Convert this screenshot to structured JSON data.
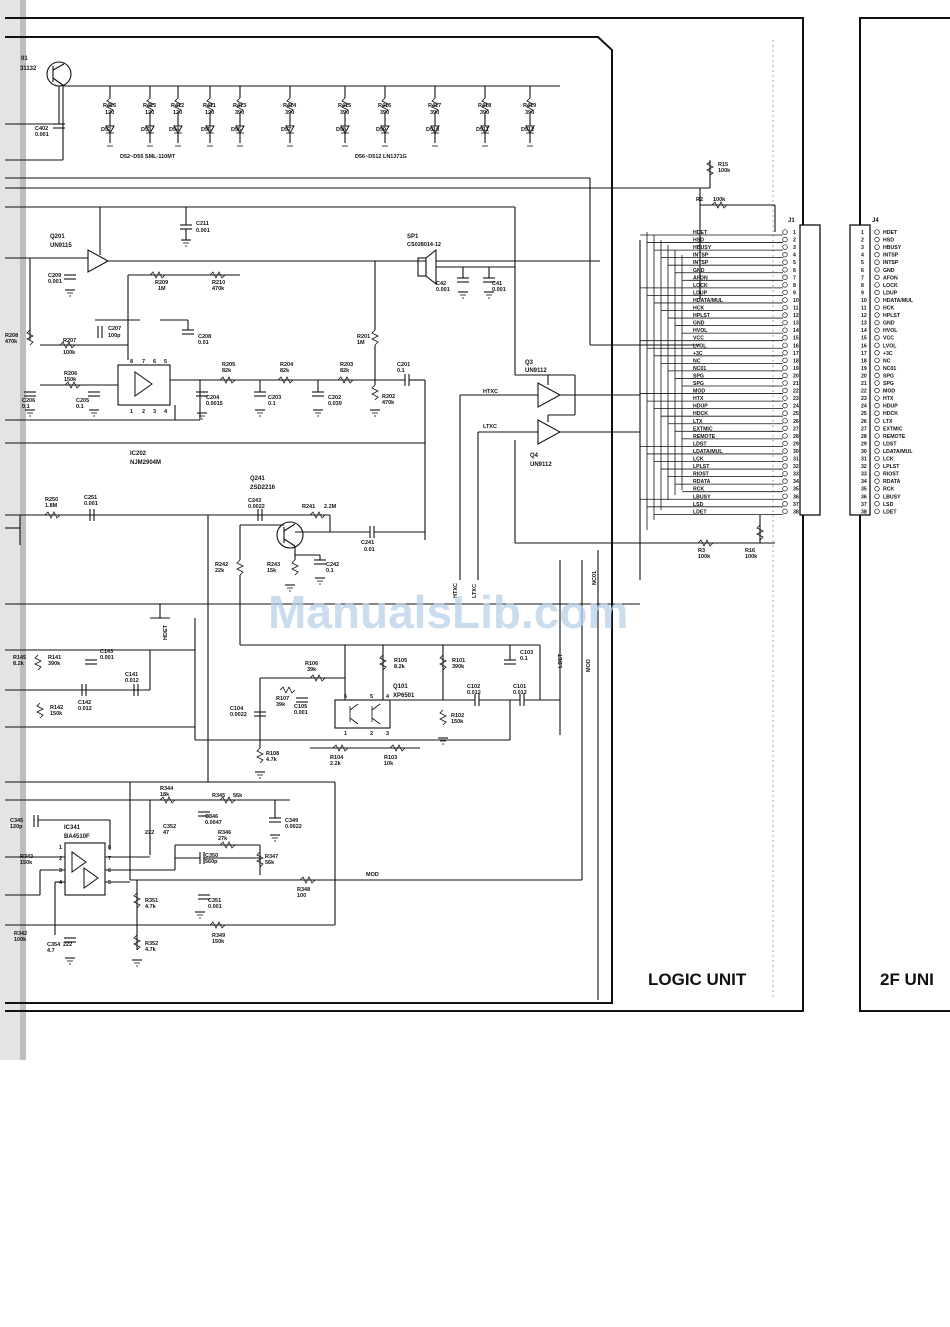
{
  "watermark": "ManualsLib.com",
  "units": {
    "logic": "LOGIC UNIT",
    "second": "2F UNI"
  },
  "connectors": {
    "j1": "J1",
    "j4": "J4"
  },
  "j1_pins": [
    "HDET",
    "HSD",
    "HBUSY",
    "INTSP",
    "INTSP",
    "GND",
    "AFON",
    "LOCK",
    "LDUP",
    "HDATA/MUL",
    "HCK",
    "HPLST",
    "GND",
    "HVOL",
    "VCC",
    "LVOL",
    "+3C",
    "NC",
    "NC01",
    "SPG",
    "SPG",
    "MOD",
    "HTX",
    "HDUP",
    "HDCK",
    "LTX",
    "EXTMIC",
    "REMOTE",
    "LDST",
    "LDATA/MUL",
    "LCK",
    "LPLST",
    "RIOST",
    "RDATA",
    "RCK",
    "LBUSY",
    "LSD",
    "LDET"
  ],
  "j4_pins": [
    "HDET",
    "HSD",
    "HBUSY",
    "INTSP",
    "INTSP",
    "GND",
    "AFON",
    "LOCK",
    "LDUP",
    "HDATA/MUL",
    "HCK",
    "HPLST",
    "GND",
    "HVOL",
    "VCC",
    "LVOL",
    "+3C",
    "NC",
    "NC01",
    "SPG",
    "SPG",
    "MOD",
    "HTX",
    "HDUP",
    "HDCK",
    "LTX",
    "EXTMIC",
    "REMOTE",
    "LDST",
    "LDATA/MUL",
    "LCK",
    "LPLST",
    "RIOST",
    "RDATA",
    "RCK",
    "LBUSY",
    "LSD",
    "LDET"
  ],
  "led_resistors": [
    {
      "name": "R426",
      "value": "120"
    },
    {
      "name": "R425",
      "value": "120"
    },
    {
      "name": "R412",
      "value": "120"
    },
    {
      "name": "R411",
      "value": "120"
    },
    {
      "name": "R413",
      "value": "390"
    },
    {
      "name": "R414",
      "value": "390"
    },
    {
      "name": "R415",
      "value": "390"
    },
    {
      "name": "R416",
      "value": "390"
    },
    {
      "name": "R417",
      "value": "390"
    },
    {
      "name": "R418",
      "value": "390"
    },
    {
      "name": "R419",
      "value": "390"
    }
  ],
  "leds": [
    "D52",
    "D53",
    "D54",
    "D55",
    "D56",
    "D57",
    "D58",
    "D59",
    "D510",
    "D511",
    "D512"
  ],
  "led_groups": {
    "g1": "D52~D55  SML-110MT",
    "g2": "D56~D512  LN1371G"
  },
  "parts": {
    "q_top": "31132",
    "q_top_ref": "01",
    "c402": "C402",
    "c402v": "0.001",
    "r15": "R15",
    "r15v": "100k",
    "r2": "R2",
    "r2v": "100k",
    "q201": "Q201",
    "q201t": "UN9115",
    "c211": "C211",
    "c211v": "0.001",
    "c209": "C209",
    "c209v": "0.001",
    "r209": "R209",
    "r209v": "1M",
    "r210": "R210",
    "r210v": "470k",
    "sp1": "SP1",
    "sp1t": "CS028014-12",
    "c42": "C42",
    "c42v": "0.001",
    "c41": "C41",
    "c41v": "0.001",
    "r208": "R208",
    "r208v": "470k",
    "r207": "R207",
    "r207v": "100k",
    "c207": "C207",
    "c207v": "100p",
    "c208": "C208",
    "c208v": "0.01",
    "r201": "R201",
    "r201v": "1M",
    "r206": "R206",
    "r206v": "150k",
    "r205": "R205",
    "r205v": "82k",
    "r204": "R204",
    "r204v": "82k",
    "r203": "R203",
    "r203v": "82k",
    "c201": "C201",
    "c201v": "0.1",
    "c206": "C206",
    "c206v": "0.1",
    "c205": "C205",
    "c205v": "0.1",
    "c204": "C204",
    "c204v": "0.0015",
    "c203": "C203",
    "c203v": "0.1",
    "c202": "C202",
    "c202v": "0.039",
    "r202": "R202",
    "r202v": "470k",
    "q3": "Q3",
    "q3t": "UN9112",
    "htxc": "HTXC",
    "ltxc": "LTXC",
    "q4": "Q4",
    "q4t": "UN9112",
    "ic202": "IC202",
    "ic202t": "NJM2904M",
    "q241": "Q241",
    "q241t": "2SD2216",
    "r250": "R250",
    "r250v": "1.8M",
    "c251": "C251",
    "c251v": "0.001",
    "c243": "C243",
    "c243v": "0.0022",
    "r241": "R241",
    "r241v": "2.2M",
    "c241": "C241",
    "c241v": "0.01",
    "r242": "R242",
    "r242v": "22k",
    "r243": "R243",
    "r243v": "15k",
    "c242": "C242",
    "c242v": "0.1",
    "r3": "R3",
    "r3v": "100k",
    "r16": "R16",
    "r16v": "100k",
    "hdet": "HDET",
    "nc01": "NC01",
    "mod": "MOD",
    "ldet": "LDET",
    "htxc_v": "HTXC",
    "ltxc_v": "LTXC",
    "r145": "R145",
    "r145v": "8.2k",
    "r141": "R141",
    "r141v": "390k",
    "c143": "C143",
    "c143v": "0.001",
    "c141": "C141",
    "c141v": "0.012",
    "r142": "R142",
    "r142v": "150k",
    "c142": "C142",
    "c142v": "0.012",
    "r106": "R106",
    "r106v": "39k",
    "r105": "R105",
    "r105v": "8.2k",
    "r101": "R101",
    "r101v": "390k",
    "c103": "C103",
    "c103v": "0.1",
    "r107": "R107",
    "r107v": "39k",
    "c105": "C105",
    "c105v": "0.001",
    "q101": "Q101",
    "q101t": "XP6501",
    "c102": "C102",
    "c102v": "0.012",
    "c101": "C101",
    "c101v": "0.012",
    "c104": "C104",
    "c104v": "0.0022",
    "r102": "R102",
    "r102v": "150k",
    "r108": "R108",
    "r108v": "4.7k",
    "r104": "R104",
    "r104v": "2.2k",
    "r103": "R103",
    "r103v": "10k",
    "c345": "C345",
    "c345v": "120p",
    "ic341": "IC341",
    "ic341t": "BA4510F",
    "r344": "R344",
    "r344v": "18k",
    "r345": "R345",
    "r345v": "56k",
    "c346": "C346",
    "c346v": "0.0047",
    "c349": "C349",
    "c349v": "0.0022",
    "c352": "C352",
    "c352v": "47",
    "c352p": "222",
    "r346": "R346",
    "r346v": "27k",
    "c350": "C350",
    "c350v": "560p",
    "r347": "R347",
    "r347v": "56k",
    "r343": "R343",
    "r343v": "150k",
    "r348": "R348",
    "r348v": "100",
    "r351": "R351",
    "r351v": "4.7k",
    "c351": "C351",
    "c351v": "0.001",
    "r342": "R342",
    "r342v": "100k",
    "c354": "C354",
    "c354v": "4.7",
    "c354p": "222",
    "r352": "R352",
    "r352v": "4.7k",
    "r349": "R349",
    "r349v": "150k"
  }
}
